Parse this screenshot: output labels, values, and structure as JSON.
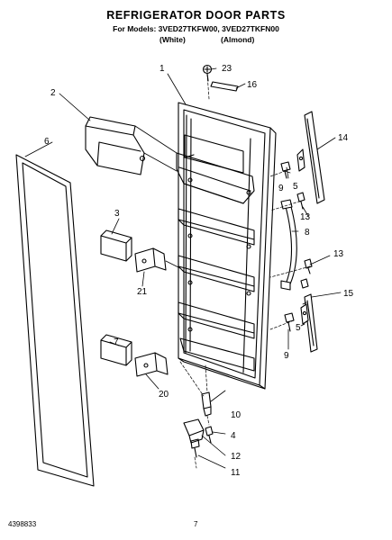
{
  "header": {
    "title": "REFRIGERATOR DOOR PARTS",
    "models": "For Models: 3VED27TKFW00, 3VED27TKFN00",
    "variants": [
      "(White)",
      "(Almond)"
    ]
  },
  "callouts": [
    "1",
    "2",
    "3",
    "4",
    "5",
    "5",
    "6",
    "7",
    "8",
    "9",
    "9",
    "10",
    "11",
    "12",
    "13",
    "13",
    "14",
    "15",
    "16",
    "20",
    "21",
    "23"
  ],
  "footer": {
    "doc_number": "4398833",
    "page_number": "7"
  }
}
